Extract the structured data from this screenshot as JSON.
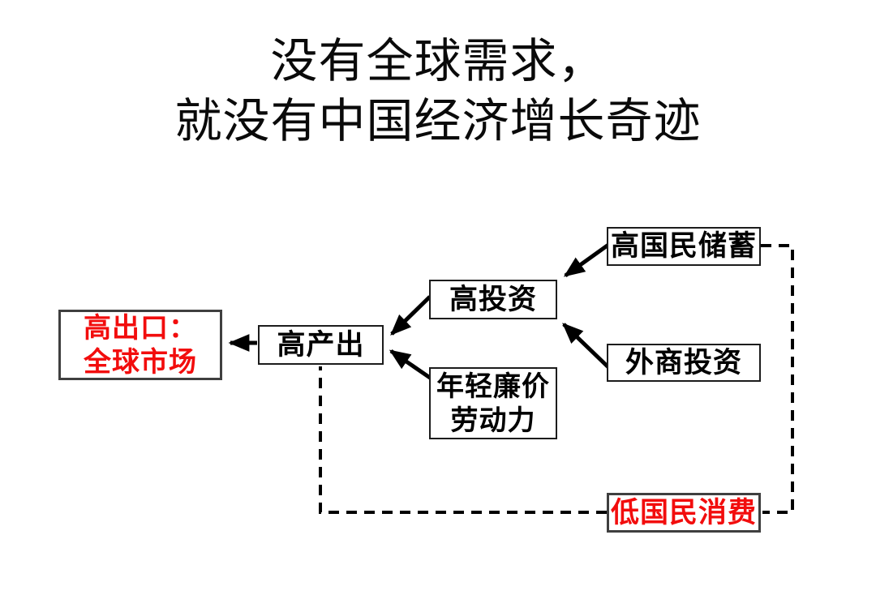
{
  "slide": {
    "title": "没有全球需求，\n就没有中国经济增长奇迹"
  },
  "colors": {
    "text_black": "#0a0a0a",
    "highlight_red": "#f20d0d",
    "box_border_dark": "#1c1c1c",
    "box_border_gray": "#3f3f3f",
    "line_black": "#000000"
  },
  "nodes": {
    "high_savings": {
      "label": "高国民储蓄"
    },
    "foreign_investment": {
      "label": "外商投资"
    },
    "high_investment": {
      "label": "高投资"
    },
    "young_cheap_labor": {
      "label": "年轻廉价\n劳动力"
    },
    "high_output": {
      "label": "高产出"
    },
    "high_exports": {
      "label": "高出口：\n全球市场",
      "color": "red"
    },
    "low_consumption": {
      "label": "低国民消费",
      "color": "red"
    }
  },
  "edges": [
    {
      "from": "high_savings",
      "to": "high_investment",
      "style": "solid-arrow"
    },
    {
      "from": "foreign_investment",
      "to": "high_investment",
      "style": "solid-arrow"
    },
    {
      "from": "high_investment",
      "to": "high_output",
      "style": "solid-arrow"
    },
    {
      "from": "young_cheap_labor",
      "to": "high_output",
      "style": "solid-arrow"
    },
    {
      "from": "high_output",
      "to": "high_exports",
      "style": "solid-arrow"
    },
    {
      "from": "high_savings",
      "to": "low_consumption",
      "style": "dashed-line"
    },
    {
      "from": "low_consumption",
      "to": "high_output",
      "style": "dashed-line"
    }
  ]
}
